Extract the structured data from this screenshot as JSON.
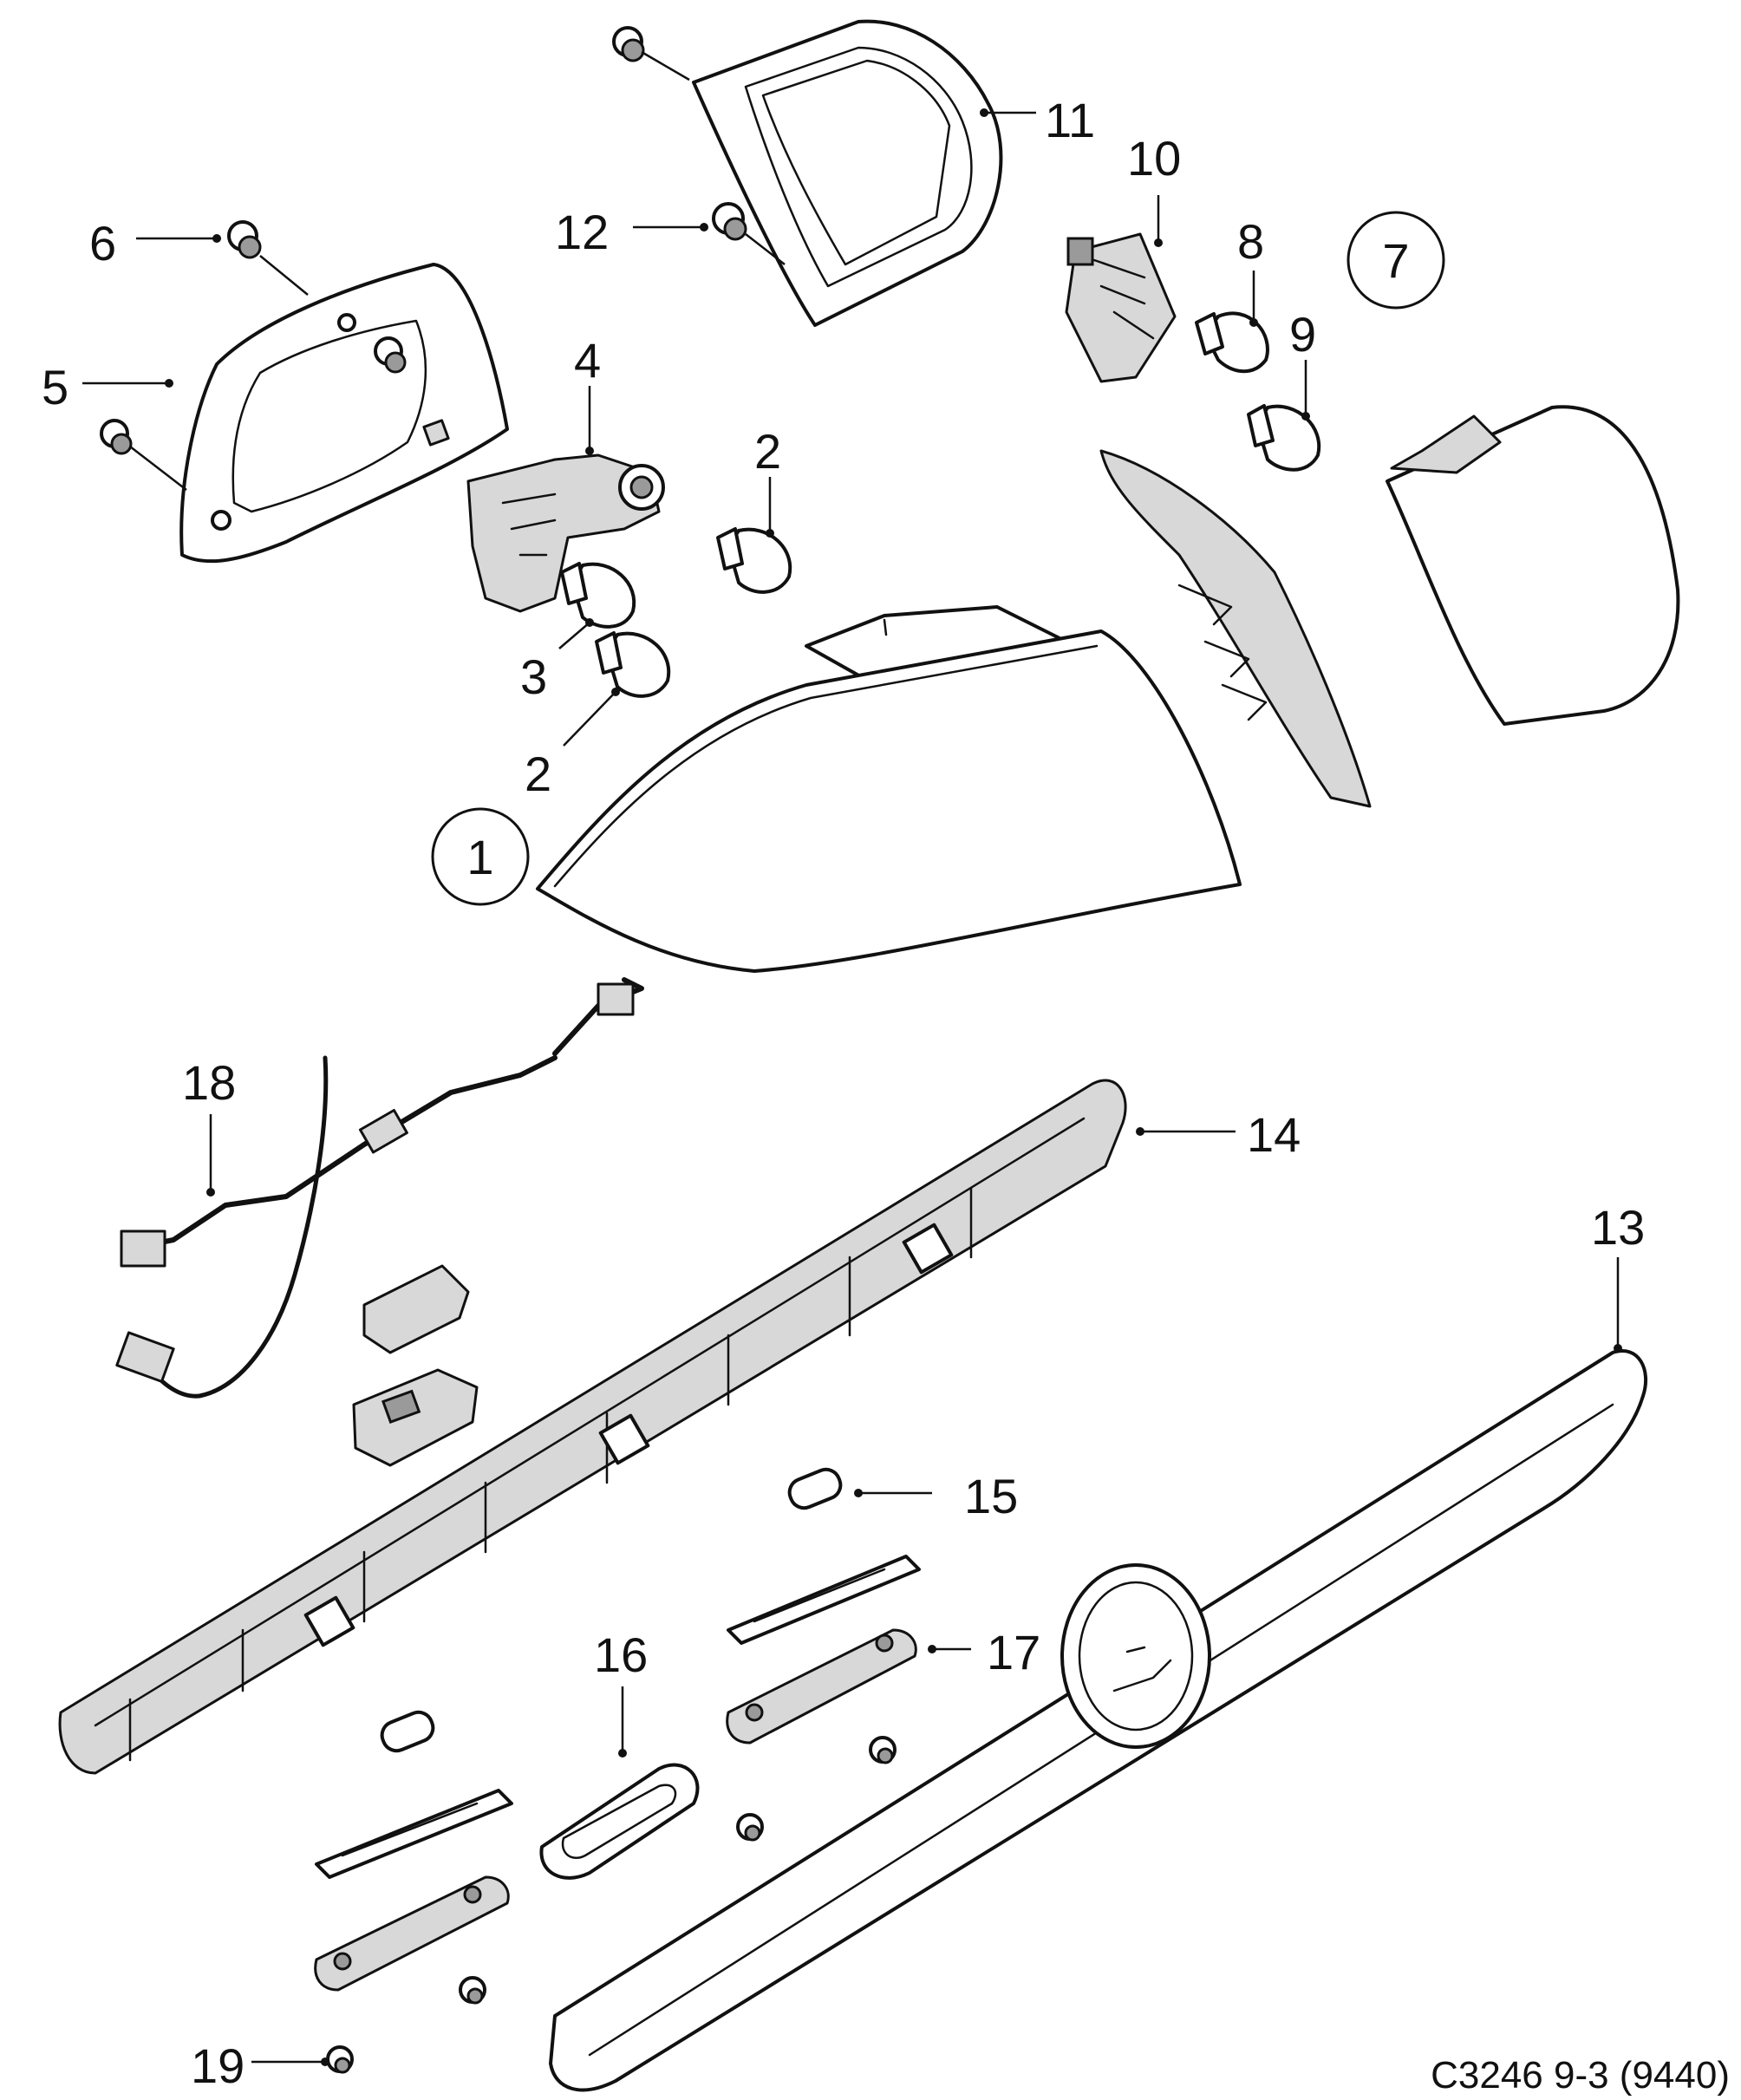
{
  "callouts": {
    "c1": "1",
    "c2a": "2",
    "c2b": "2",
    "c3": "3",
    "c4": "4",
    "c5": "5",
    "c6": "6",
    "c7": "7",
    "c8": "8",
    "c9": "9",
    "c10": "10",
    "c11": "11",
    "c12": "12",
    "c13": "13",
    "c14": "14",
    "c15": "15",
    "c16": "16",
    "c17": "17",
    "c18": "18",
    "c19": "19"
  },
  "reference_code": "C3246 9-3 (9440)"
}
